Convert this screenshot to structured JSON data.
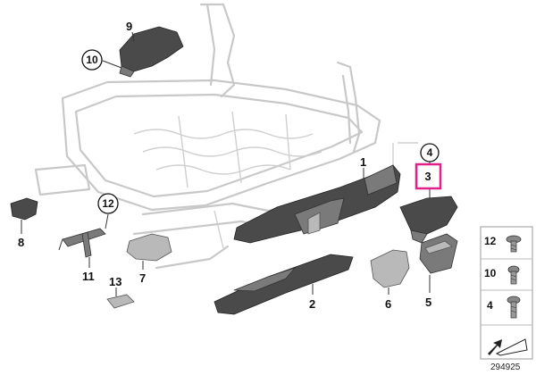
{
  "callouts": {
    "c1": "1",
    "c2": "2",
    "c3": "3",
    "c4": "4",
    "c5": "5",
    "c6": "6",
    "c7": "7",
    "c8": "8",
    "c9": "9",
    "c10": "10",
    "c11": "11",
    "c12": "12",
    "c13": "13"
  },
  "legend": {
    "items": [
      "12",
      "10",
      "4"
    ]
  },
  "catalog_id": "294925",
  "colors": {
    "highlight": "#e0218a",
    "frame": "#c8c8c8",
    "part_dark": "#4a4a4a"
  }
}
